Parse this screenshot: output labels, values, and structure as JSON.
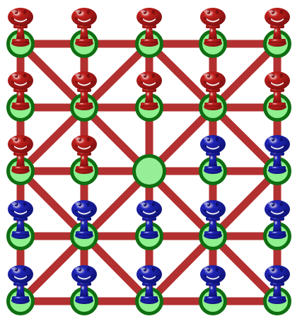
{
  "board": {
    "size": 5,
    "colors": {
      "line": "#b23030",
      "node_fill": "#8ef08e",
      "node_ring": "#0f6e12",
      "red_piece": "#c0201c",
      "red_dark": "#7d1010",
      "blue_piece": "#2026b8",
      "blue_dark": "#0d1170"
    },
    "rows": [
      [
        "red",
        "red",
        "red",
        "red",
        "red"
      ],
      [
        "red",
        "red",
        "red",
        "red",
        "red"
      ],
      [
        "red",
        "red",
        "empty",
        "blue",
        "blue"
      ],
      [
        "blue",
        "blue",
        "blue",
        "blue",
        "blue"
      ],
      [
        "blue",
        "blue",
        "blue",
        "blue",
        "blue"
      ]
    ],
    "piece_icon": "pawn-icon"
  }
}
